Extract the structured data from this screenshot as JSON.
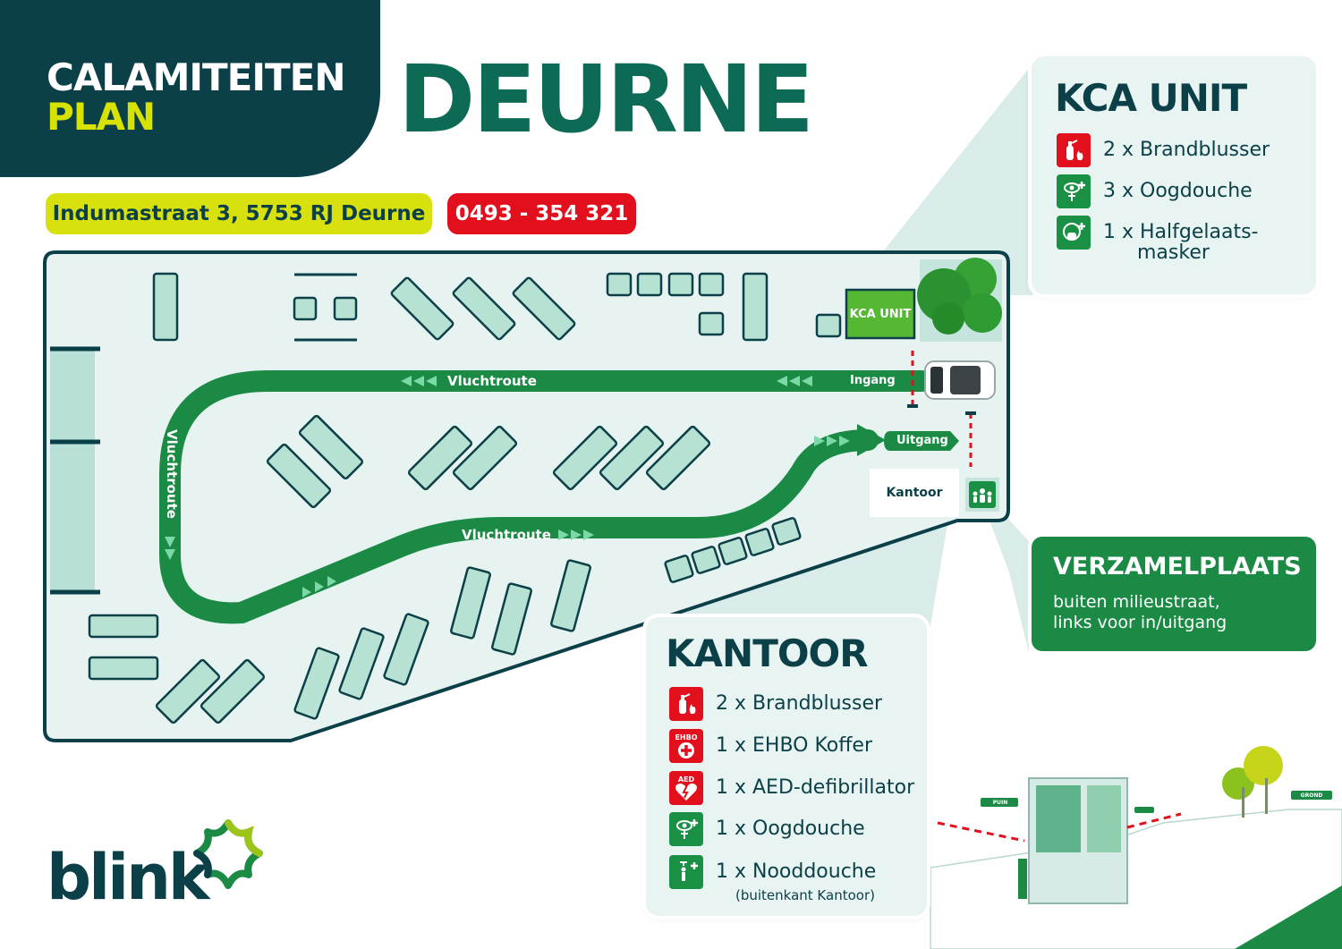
{
  "header": {
    "line1": "CALAMITEITEN",
    "line2": "PLAN",
    "location_title": "DEURNE",
    "address": "Indumastraat 3, 5753 RJ Deurne",
    "phone": "0493 - 354 321"
  },
  "colors": {
    "dark_teal": "#0c4048",
    "title_green": "#0d6b55",
    "yellow": "#d8e00e",
    "red": "#e2101c",
    "route_green": "#1a8a44",
    "panel_bg": "#e8f4f2",
    "map_bg": "#e6f3f1"
  },
  "map": {
    "route_labels": {
      "top": "Vluchtroute",
      "left": "Vluchtroute",
      "bottom": "Vluchtroute",
      "entrance": "Ingang",
      "exit": "Uitgang"
    },
    "kca_unit_label": "KCA UNIT",
    "office_label": "Kantoor",
    "assembly_icon": "assembly-point-icon"
  },
  "kca_panel": {
    "title": "KCA UNIT",
    "items": [
      {
        "icon": "fire-extinguisher-icon",
        "text": "2 x Brandblusser"
      },
      {
        "icon": "eye-shower-icon",
        "text": "3 x Oogdouche"
      },
      {
        "icon": "half-mask-icon",
        "text": "1 x Halfgelaats-",
        "text2": "masker"
      }
    ]
  },
  "verzamel_panel": {
    "title": "VERZAMELPLAATS",
    "line1": "buiten milieustraat,",
    "line2": "links voor in/uitgang"
  },
  "kantoor_panel": {
    "title": "KANTOOR",
    "items": [
      {
        "icon": "fire-extinguisher-icon",
        "text": "2 x Brandblusser"
      },
      {
        "icon": "first-aid-kit-icon",
        "text": "1 x EHBO Koffer",
        "badge": "EHBO"
      },
      {
        "icon": "aed-icon",
        "text": "1 x AED-defibrillator",
        "badge": "AED"
      },
      {
        "icon": "eye-shower-icon",
        "text": "1 x Oogdouche"
      },
      {
        "icon": "emergency-shower-icon",
        "text": "1 x Nooddouche",
        "sub": "(buitenkant Kantoor)"
      }
    ]
  },
  "gate_signs": {
    "sign1": "PUIN",
    "sign2": "GROND"
  },
  "brand": {
    "logo_text": "blink"
  }
}
